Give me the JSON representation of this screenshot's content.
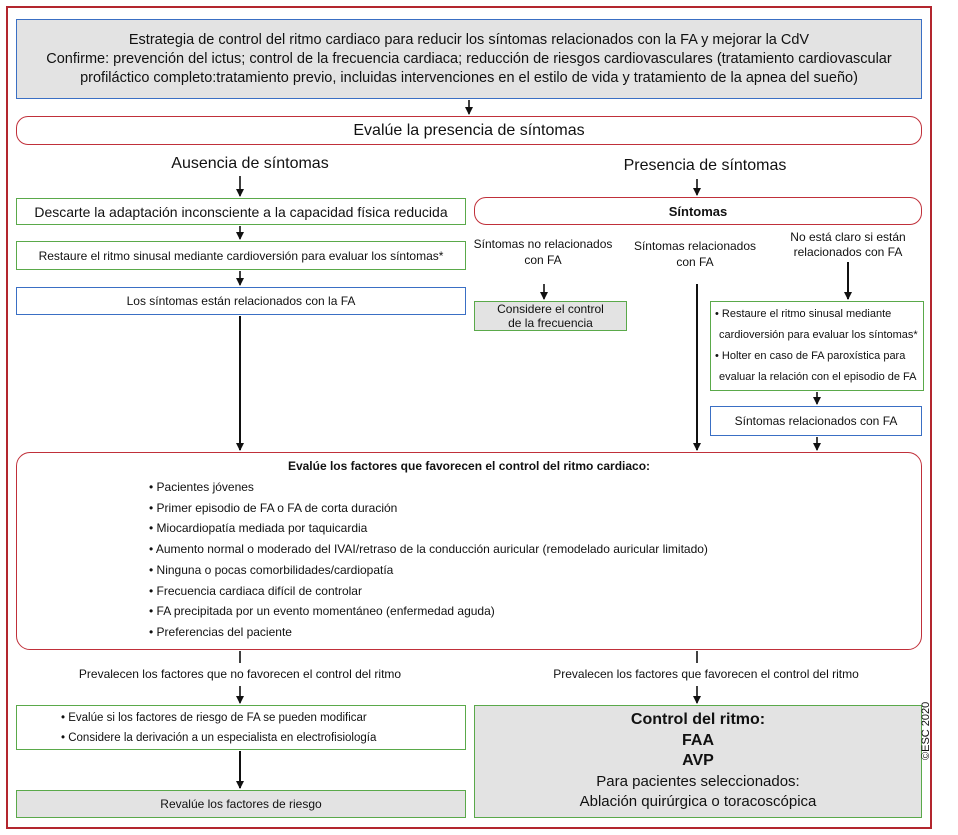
{
  "top": {
    "line1": "Estrategia de control del ritmo cardiaco para reducir los síntomas relacionados con la FA y mejorar la CdV",
    "line2": "Confirme: prevención del ictus; control de la frecuencia cardiaca; reducción de riesgos cardiovasculares (tratamiento cardiovascular",
    "line3": "profiláctico completo:tratamiento previo, incluidas intervenciones en el estilo de vida y tratamiento de la apnea del sueño)"
  },
  "evaluate_symptoms": "Evalúe la presencia de síntomas",
  "left_branch": {
    "heading": "Ausencia de síntomas",
    "box1": "Descarte la adaptación inconsciente a la capacidad física reducida",
    "box2": "Restaure el ritmo sinusal mediante cardioversión para evaluar los síntomas*",
    "box3": "Los síntomas están relacionados con la FA"
  },
  "right_branch": {
    "heading": "Presencia de síntomas",
    "symptoms_box": "Síntomas",
    "col1_line1": "Síntomas no relacionados",
    "col1_line2": "con FA",
    "col2_line1": "Síntomas relacionados",
    "col2_line2": "con FA",
    "col3_line1": "No está claro si están",
    "col3_line2": "relacionados con FA",
    "rate_control_line1": "Considere el control",
    "rate_control_line2": "de la frecuencia",
    "unclear_items": [
      "• Restaure el ritmo sinusal mediante",
      "cardioversión para evaluar los síntomas*",
      "• Holter en caso de FA paroxística para",
      "evaluar la relación con el episodio de FA"
    ],
    "related_box": "Síntomas relacionados con FA"
  },
  "factors": {
    "title": "Evalúe los factores que favorecen el control del ritmo cardiaco:",
    "items": [
      "• Pacientes jóvenes",
      "• Primer episodio de FA o FA de corta duración",
      "• Miocardiopatía mediada por taquicardia",
      "• Aumento normal o moderado del IVAI/retraso de la conducción auricular (remodelado auricular limitado)",
      "• Ninguna o pocas comorbilidades/cardiopatía",
      "• Frecuencia cardiaca difícil de controlar",
      "• FA precipitada por un evento momentáneo (enfermedad aguda)",
      "• Preferencias del paciente"
    ]
  },
  "outcome_left": {
    "label": "Prevalecen los factores que no favorecen el control del ritmo",
    "item1": "• Evalúe si los factores de riesgo de FA se pueden modificar",
    "item2": "• Considere la derivación a un especialista en electrofisiología",
    "reassess": "Revalúe los factores de riesgo"
  },
  "outcome_right": {
    "label": "Prevalecen los factores que favorecen el control del ritmo",
    "title": "Control del ritmo:",
    "faa": "FAA",
    "avp": "AVP",
    "selected": "Para pacientes seleccionados:",
    "ablation": "Ablación quirúrgica o toracoscópica"
  },
  "copyright": "©ESC 2020",
  "colors": {
    "border_red": "#c0303a",
    "border_blue": "#3a6fc4",
    "border_green": "#5aa94a",
    "fill_grey": "#e3e3e3"
  }
}
